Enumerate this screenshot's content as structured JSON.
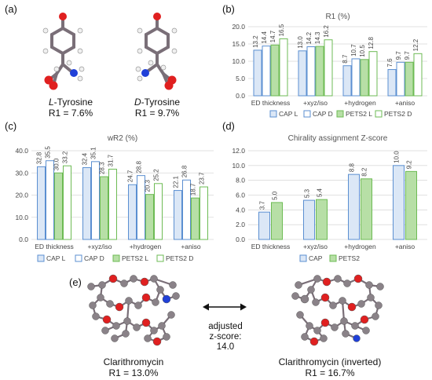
{
  "panels": {
    "a": "(a)",
    "b": "(b)",
    "c": "(c)",
    "d": "(d)",
    "e": "(e)"
  },
  "tyrosine": {
    "l_prefix": "L",
    "l_name": "-Tyrosine",
    "l_r1": "R1 = 7.6%",
    "d_prefix": "D",
    "d_name": "-Tyrosine",
    "d_r1": "R1 = 9.7%"
  },
  "clarithromycin": {
    "left_name": "Clarithromycin",
    "left_r1": "R1 = 13.0%",
    "right_name": "Clarithromycin (inverted)",
    "right_r1": "R1 = 16.7%",
    "arrow_label_1": "adjusted",
    "arrow_label_2": "z-score:",
    "arrow_label_3": "14.0"
  },
  "colors": {
    "cap_fill": "#dbe7f6",
    "cap_stroke": "#5b8fd1",
    "pets2_fill": "#b7dfa6",
    "pets2_stroke": "#6dbb54",
    "white": "#ffffff",
    "atom_c": "#8a8288",
    "atom_o": "#e02020",
    "atom_n": "#2040d8",
    "atom_h": "#f0f0f0",
    "bond": "#7a6f78"
  },
  "chart_data": [
    {
      "id": "b",
      "type": "bar",
      "title": "R1 (%)",
      "categories": [
        "ED thickness",
        "+xyz/iso",
        "+hydrogen",
        "+aniso"
      ],
      "ylim": [
        0,
        20
      ],
      "yticks": [
        "0.0",
        "5.0",
        "10.0",
        "15.0",
        "20.0"
      ],
      "grid": true,
      "legend_placement": "bottom",
      "series": [
        {
          "name": "CAP L",
          "values": [
            13.2,
            13.0,
            8.7,
            7.6
          ],
          "labels": [
            "13.2",
            "13.0",
            "8.7",
            "7.6"
          ],
          "style": "cap_solid"
        },
        {
          "name": "CAP D",
          "values": [
            14.4,
            14.2,
            10.7,
            9.7
          ],
          "labels": [
            "14.4",
            "14.2",
            "10.7",
            "9.7"
          ],
          "style": "cap_open"
        },
        {
          "name": "PETS2 L",
          "values": [
            14.7,
            14.3,
            10.5,
            9.7
          ],
          "labels": [
            "14.7",
            "14.3",
            "10.5",
            "9.7"
          ],
          "style": "pets_solid"
        },
        {
          "name": "PETS2 D",
          "values": [
            16.5,
            16.2,
            12.8,
            12.2
          ],
          "labels": [
            "16.5",
            "16.2",
            "12.8",
            "12.2"
          ],
          "style": "pets_open"
        }
      ]
    },
    {
      "id": "c",
      "type": "bar",
      "title": "wR2 (%)",
      "categories": [
        "ED thickness",
        "+xyz/iso",
        "+hydrogen",
        "+aniso"
      ],
      "ylim": [
        0,
        40
      ],
      "yticks": [
        "0.0",
        "10.0",
        "20.0",
        "30.0",
        "40.0"
      ],
      "grid": true,
      "legend_placement": "bottom",
      "series": [
        {
          "name": "CAP L",
          "values": [
            32.8,
            32.4,
            24.7,
            22.1
          ],
          "labels": [
            "32.8",
            "32.4",
            "24.7",
            "22.1"
          ],
          "style": "cap_solid"
        },
        {
          "name": "CAP D",
          "values": [
            35.5,
            35.1,
            28.8,
            26.8
          ],
          "labels": [
            "35.5",
            "35.1",
            "28.8",
            "26.8"
          ],
          "style": "cap_open"
        },
        {
          "name": "PETS2 L",
          "values": [
            30.0,
            28.3,
            20.3,
            18.7
          ],
          "labels": [
            "30.0",
            "28.3",
            "20.3",
            "18.7"
          ],
          "style": "pets_solid"
        },
        {
          "name": "PETS2 D",
          "values": [
            33.2,
            31.7,
            25.2,
            23.7
          ],
          "labels": [
            "33.2",
            "31.7",
            "25.2",
            "23.7"
          ],
          "style": "pets_open"
        }
      ]
    },
    {
      "id": "d",
      "type": "bar",
      "title": "Chirality assignment Z-score",
      "categories": [
        "ED thickness",
        "+xyz/iso",
        "+hydrogen",
        "+aniso"
      ],
      "ylim": [
        0,
        12
      ],
      "yticks": [
        "0.0",
        "2.0",
        "4.0",
        "6.0",
        "8.0",
        "10.0",
        "12.0"
      ],
      "grid": true,
      "legend_placement": "bottom",
      "series": [
        {
          "name": "CAP",
          "values": [
            3.7,
            5.3,
            8.8,
            10.0
          ],
          "labels": [
            "3.7",
            "5.3",
            "8.8",
            "10.0"
          ],
          "style": "cap_solid"
        },
        {
          "name": "PETS2",
          "values": [
            5.0,
            5.4,
            8.2,
            9.2
          ],
          "labels": [
            "5.0",
            "5.4",
            "8.2",
            "9.2"
          ],
          "style": "pets_solid"
        }
      ]
    }
  ]
}
